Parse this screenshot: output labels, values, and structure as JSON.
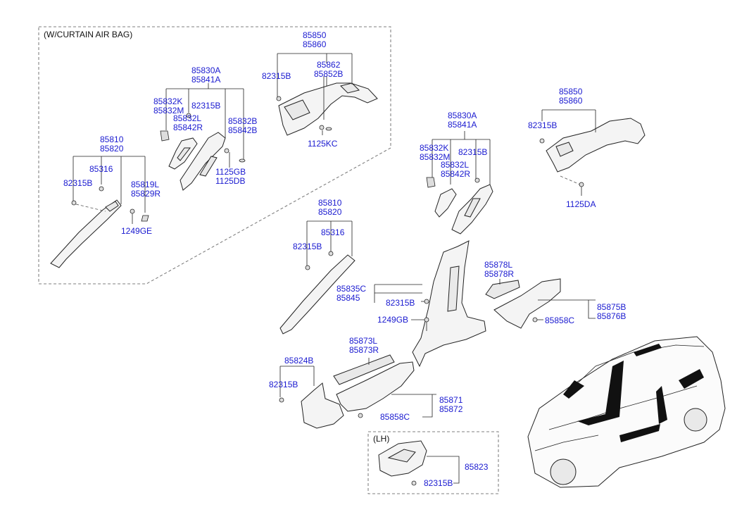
{
  "boxes": {
    "curtain_airbag": "(W/CURTAIN AIR BAG)",
    "lh": "(LH)"
  },
  "labels": {
    "a1": [
      "85850",
      "85860"
    ],
    "a2": [
      "82315B"
    ],
    "a3": [
      "85862",
      "85852B"
    ],
    "a4": [
      "1125KC"
    ],
    "a5": [
      "85830A",
      "85841A"
    ],
    "a6": [
      "85832K",
      "85832M"
    ],
    "a7": [
      "82315B"
    ],
    "a8": [
      "85832L",
      "85842R"
    ],
    "a9": [
      "85832B",
      "85842B"
    ],
    "a10": [
      "1125GB",
      "1125DB"
    ],
    "a11": [
      "85810",
      "85820"
    ],
    "a12": [
      "85316"
    ],
    "a13": [
      "82315B"
    ],
    "a14": [
      "85819L",
      "85829R"
    ],
    "a15": [
      "1249GE"
    ],
    "b1": [
      "85830A",
      "85841A"
    ],
    "b2": [
      "85832K",
      "85832M"
    ],
    "b3": [
      "82315B"
    ],
    "b4": [
      "85832L",
      "85842R"
    ],
    "b5": [
      "85850",
      "85860"
    ],
    "b6": [
      "82315B"
    ],
    "b7": [
      "1125DA"
    ],
    "b8": [
      "85810",
      "85820"
    ],
    "b9": [
      "85316"
    ],
    "b10": [
      "82315B"
    ],
    "b11": [
      "85835C",
      "85845"
    ],
    "b12": [
      "82315B"
    ],
    "b13": [
      "1249GB"
    ],
    "b14": [
      "85878L",
      "85878R"
    ],
    "b15": [
      "85875B",
      "85876B"
    ],
    "b16": [
      "85858C"
    ],
    "b17": [
      "85873L",
      "85873R"
    ],
    "b18": [
      "85824B"
    ],
    "b19": [
      "82315B"
    ],
    "b20": [
      "85871",
      "85872"
    ],
    "b21": [
      "85858C"
    ],
    "b22": [
      "85823"
    ],
    "b23": [
      "82315B"
    ]
  },
  "colors": {
    "label": "#1a1ad0",
    "line": "#222222",
    "part_fill": "#f4f4f4"
  }
}
